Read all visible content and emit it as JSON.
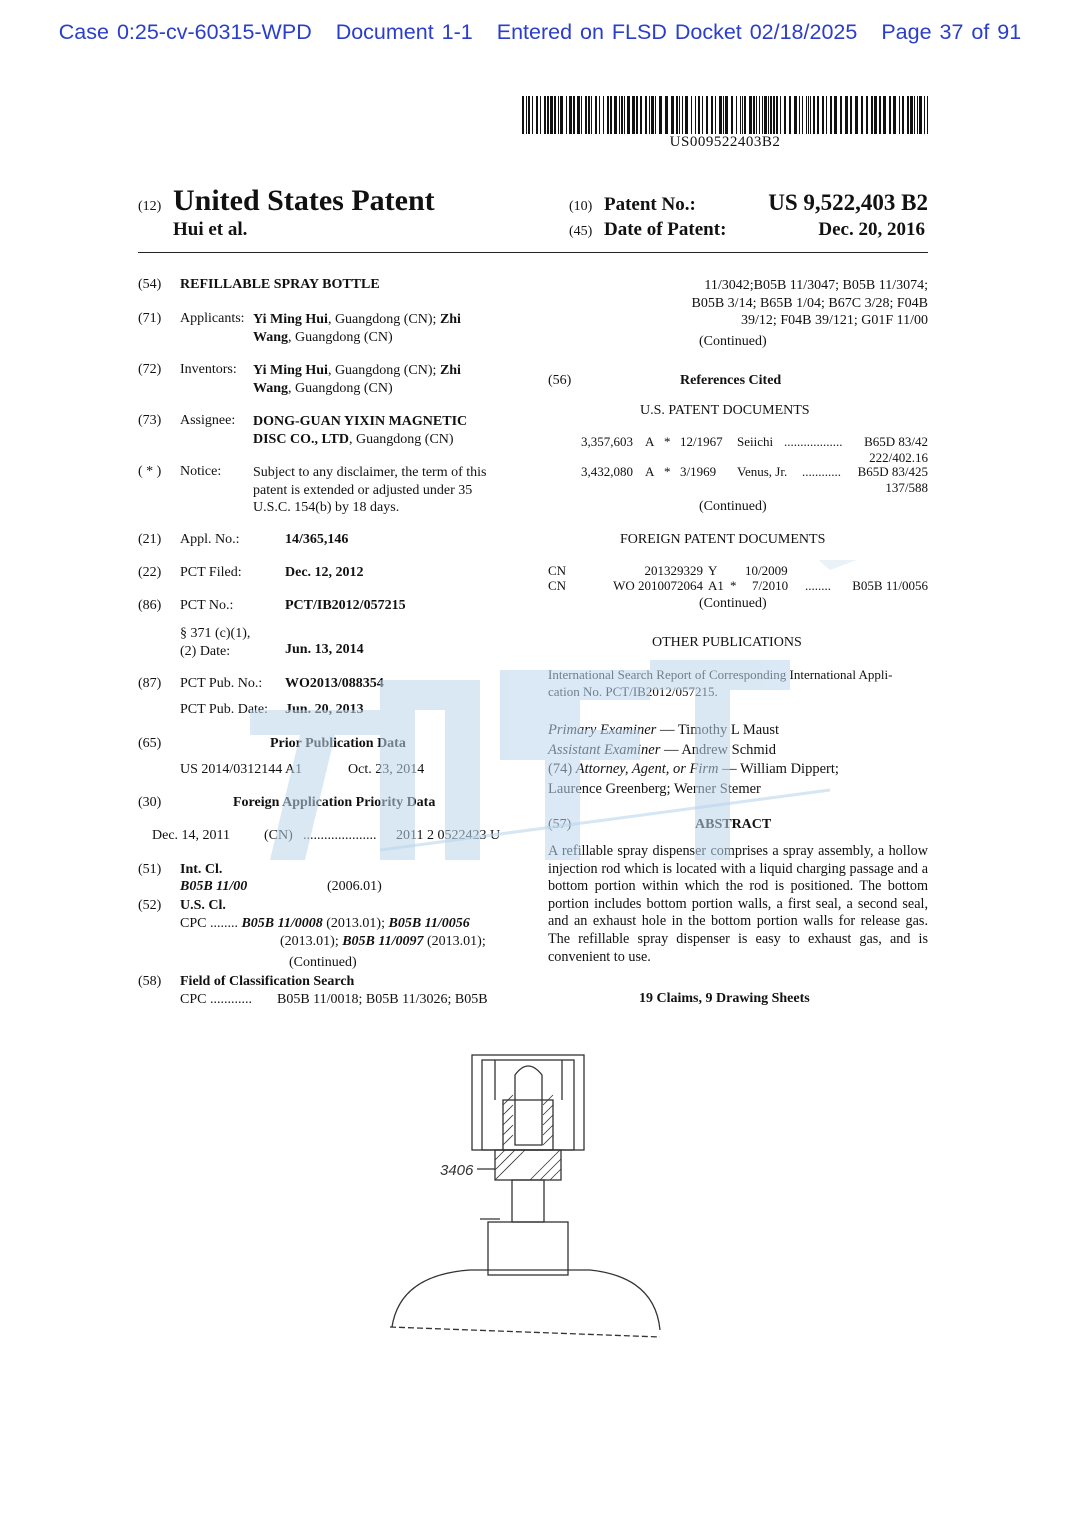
{
  "case_header": {
    "case": "Case 0:25-cv-60315-WPD",
    "document": "Document 1-1",
    "entered": "Entered on FLSD Docket 02/18/2025",
    "page": "Page 37 of 91"
  },
  "barcode_number": "US009522403B2",
  "header": {
    "code12": "(12)",
    "title": "United States Patent",
    "authors": "Hui et al.",
    "code10": "(10)",
    "patent_no_label": "Patent No.:",
    "patent_no": "US 9,522,403 B2",
    "code45": "(45)",
    "date_label": "Date of Patent:",
    "date": "Dec. 20, 2016"
  },
  "left": {
    "f54": {
      "code": "(54)",
      "title": "REFILLABLE SPRAY BOTTLE"
    },
    "f71": {
      "code": "(71)",
      "label": "Applicants:",
      "name1": "Yi Ming Hui",
      "loc1": ", Guangdong (CN); ",
      "name2a": "Zhi",
      "name2b": "Wang",
      "loc2": ", Guangdong (CN)"
    },
    "f72": {
      "code": "(72)",
      "label": "Inventors:",
      "name1": "Yi Ming Hui",
      "loc1": ", Guangdong (CN); ",
      "name2a": "Zhi",
      "name2b": "Wang",
      "loc2": ", Guangdong (CN)"
    },
    "f73": {
      "code": "(73)",
      "label": "Assignee:",
      "line1": "DONG-GUAN YIXIN MAGNETIC",
      "line2": "DISC CO., LTD",
      "loc": ", Guangdong (CN)"
    },
    "notice": {
      "code": "( * )",
      "label": "Notice:",
      "line1": "Subject to any disclaimer, the term of this",
      "line2": "patent is extended or adjusted under 35",
      "line3": "U.S.C. 154(b) by 18 days."
    },
    "f21": {
      "code": "(21)",
      "label": "Appl. No.:",
      "value": "14/365,146"
    },
    "f22": {
      "code": "(22)",
      "label": "PCT Filed:",
      "value": "Dec. 12, 2012"
    },
    "f86": {
      "code": "(86)",
      "label": "PCT No.:",
      "value": "PCT/IB2012/057215",
      "s371a": "§ 371 (c)(1),",
      "s371b": "(2) Date:",
      "s371date": "Jun. 13, 2014"
    },
    "f87": {
      "code": "(87)",
      "label": "PCT Pub. No.:",
      "value": "WO2013/088354",
      "datelabel": "PCT Pub. Date:",
      "date": "Jun. 20, 2013"
    },
    "f65": {
      "code": "(65)",
      "title": "Prior Publication Data",
      "pub": "US 2014/0312144 A1",
      "date": "Oct. 23, 2014"
    },
    "f30": {
      "code": "(30)",
      "title": "Foreign Application Priority Data",
      "date": "Dec. 14, 2011",
      "country": "(CN)",
      "dots": ".....................",
      "number": "2011 2 0522423 U"
    },
    "f51": {
      "code": "(51)",
      "label": "Int. Cl.",
      "cls": "B05B 11/00",
      "ver": "(2006.01)"
    },
    "f52": {
      "code": "(52)",
      "label": "U.S. Cl.",
      "cpc": "CPC ........",
      "c1": "B05B 11/0008",
      "y1": " (2013.01); ",
      "c2": "B05B 11/0056",
      "y2": "(2013.01); ",
      "c3": "B05B 11/0097",
      "y3": " (2013.01);",
      "cont": "(Continued)"
    },
    "f58": {
      "code": "(58)",
      "label": "Field of Classification Search",
      "cpc": "CPC ............",
      "value": "B05B 11/0018; B05B 11/3026; B05B"
    }
  },
  "right": {
    "cls_cont": [
      "11/3042;B05B 11/3047; B05B 11/3074;",
      "B05B 3/14; B65B 1/04; B67C 3/28; F04B",
      "39/12; F04B 39/121; G01F 11/00"
    ],
    "cls_continued": "(Continued)",
    "f56": {
      "code": "(56)",
      "title": "References Cited"
    },
    "us_docs_title": "U.S. PATENT DOCUMENTS",
    "us_docs": [
      {
        "no": "3,357,603",
        "kind": "A",
        "star": "*",
        "date": "12/1967",
        "name": "Seiichi",
        "dots": "..................",
        "cls": "B65D 83/42",
        "cls2": "222/402.16"
      },
      {
        "no": "3,432,080",
        "kind": "A",
        "star": "*",
        "date": "3/1969",
        "name": "Venus, Jr.",
        "dots": "............",
        "cls": "B65D 83/425",
        "cls2": "137/588"
      }
    ],
    "us_continued": "(Continued)",
    "foreign_title": "FOREIGN PATENT DOCUMENTS",
    "foreign_docs": [
      {
        "country": "CN",
        "no": "201329329",
        "kind": "Y",
        "star": "",
        "date": "10/2009",
        "dots": "",
        "cls": ""
      },
      {
        "country": "CN",
        "no": "WO 2010072064",
        "kind": "A1",
        "star": "*",
        "date": "7/2010",
        "dots": "........",
        "cls": "B05B 11/0056"
      }
    ],
    "foreign_continued": "(Continued)",
    "other_title": "OTHER PUBLICATIONS",
    "other_line1": "International Search Report of Corresponding International Appli-",
    "other_line2": "cation No. PCT/IB2012/057215.",
    "primary_label": "Primary Examiner",
    "primary": " — Timothy L Maust",
    "assistant_label": "Assistant Examiner",
    "assistant": " — Andrew Schmid",
    "attorney_code": "(74)",
    "attorney_label": "Attorney, Agent, or Firm",
    "attorney1": " — William Dippert;",
    "attorney2": "Laurence Greenberg; Werner Stemer",
    "f57": {
      "code": "(57)",
      "title": "ABSTRACT"
    },
    "abstract": "A refillable spray dispenser comprises a spray assembly, a hollow injection rod which is located with a liquid charging passage and a bottom portion within which the rod is positioned. The bottom portion includes bottom portion walls, a first seal, a second seal, and an exhaust hole in the bottom portion walls for release gas. The refillable spray dispenser is easy to exhaust gas, and is convenient to use.",
    "claims": "19 Claims, 9 Drawing Sheets"
  },
  "figure": {
    "ref": "3406"
  },
  "colors": {
    "header_blue": "#2a3ecb",
    "watermark": "#bcd7ec"
  }
}
